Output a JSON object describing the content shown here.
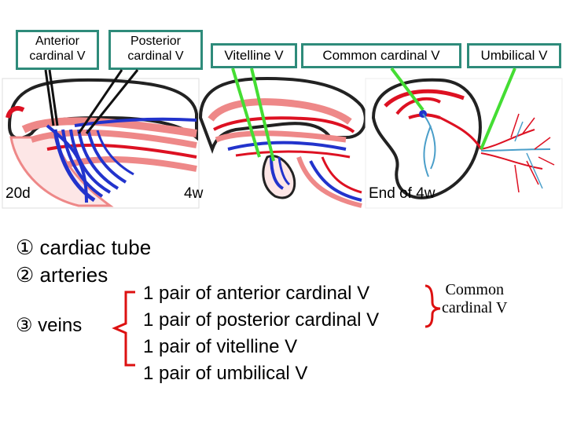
{
  "labels": {
    "anterior_cardinal": [
      "Anterior",
      "cardinal V"
    ],
    "posterior_cardinal": [
      "Posterior",
      "cardinal V"
    ],
    "vitelline": "Vitelline V",
    "common_cardinal": "Common cardinal V",
    "umbilical": "Umbilical V"
  },
  "panels": {
    "p1_caption": "20d",
    "p2_caption": "4w",
    "p3_caption": "End of 4w"
  },
  "list": {
    "item1": "① cardiac tube",
    "item2": "② arteries",
    "item3": "③ veins"
  },
  "veins": [
    "1 pair of anterior cardinal V",
    "1 pair of posterior cardinal V",
    "1 pair of vitelline V",
    "1 pair of umbilical V"
  ],
  "note": [
    "Common",
    "cardinal V"
  ],
  "colors": {
    "box_border": "#2e8b7a",
    "pointer_green": "#44dd33",
    "vein_blue": "#2233cc",
    "artery_red": "#dd1122",
    "light_red": "#ee8888",
    "bracket_red": "#dd1111"
  }
}
